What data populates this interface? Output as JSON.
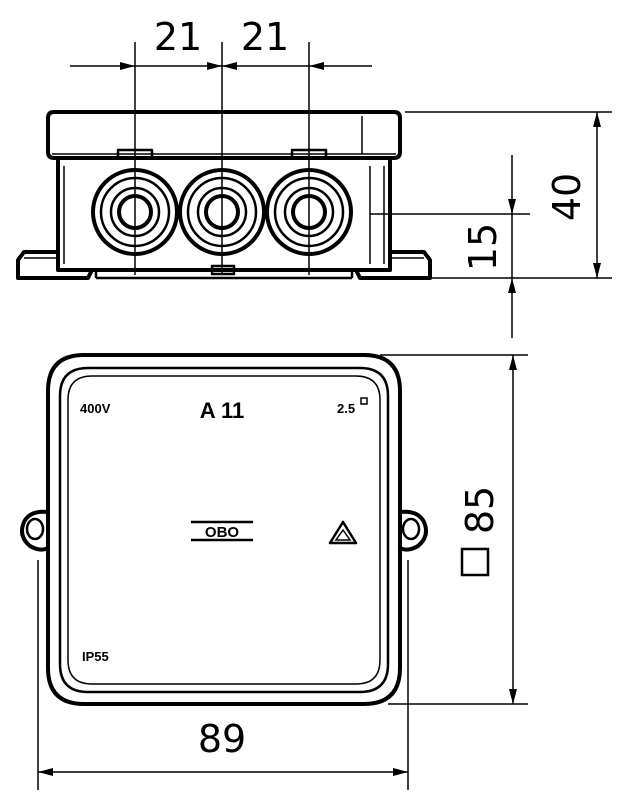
{
  "dimensions": {
    "gland_spacing_left": "21",
    "gland_spacing_right": "21",
    "total_height": "40",
    "gland_height": "15",
    "square_size": "85",
    "total_width": "89"
  },
  "lid_markings": {
    "voltage": "400V",
    "model": "A 11",
    "cross_section": "2.5",
    "cross_section_unit": "□",
    "protection": "IP55",
    "brand_logo": "OBO"
  },
  "icons": {
    "square_symbol": "square-dimension-icon",
    "approval_mark": "vde-triangle-icon"
  }
}
